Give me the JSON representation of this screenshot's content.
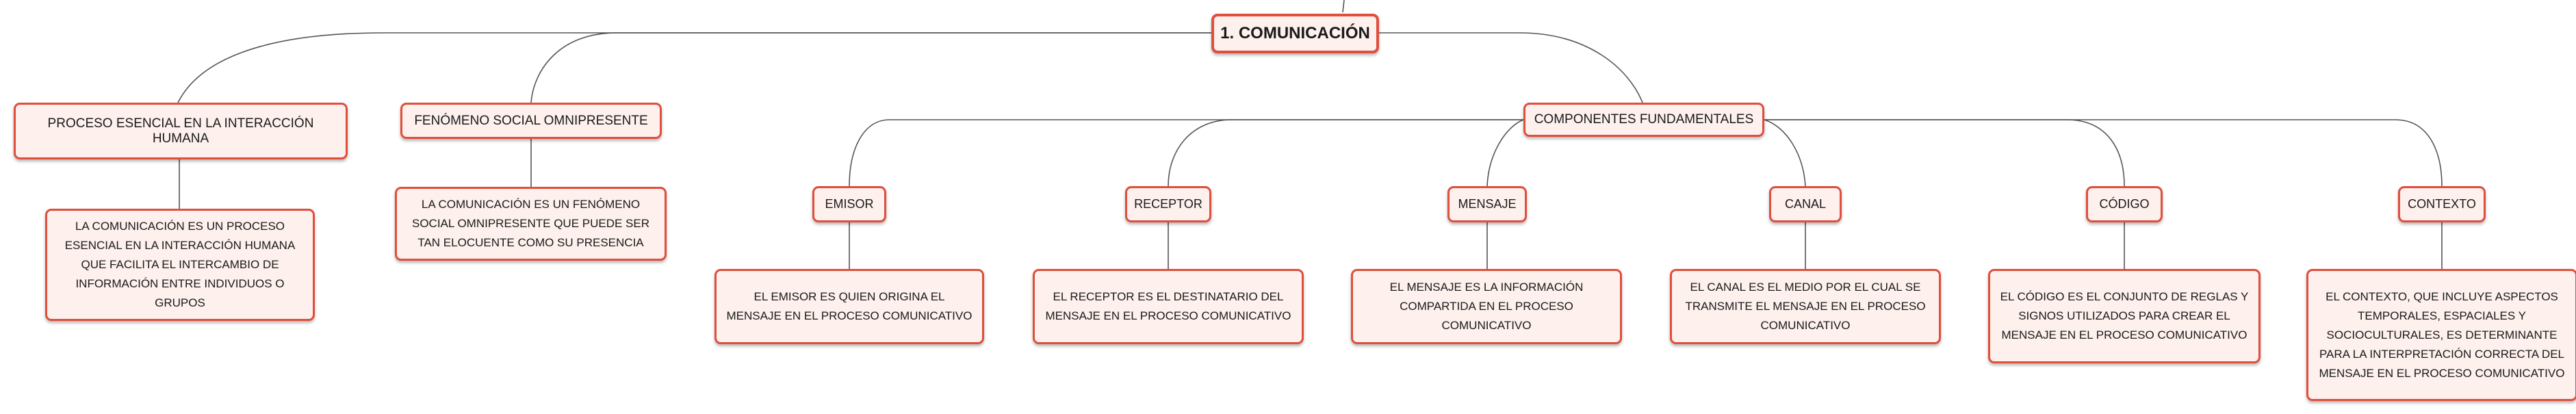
{
  "map": {
    "root": "1. COMUNICACIÓN",
    "proceso": {
      "title": "PROCESO ESENCIAL EN LA INTERACCIÓN HUMANA",
      "desc": "LA COMUNICACIÓN ES UN PROCESO ESENCIAL EN LA INTERACCIÓN HUMANA QUE FACILITA EL INTERCAMBIO DE INFORMACIÓN ENTRE INDIVIDUOS O GRUPOS"
    },
    "fenomeno": {
      "title": "FENÓMENO SOCIAL OMNIPRESENTE",
      "desc": "LA COMUNICACIÓN ES UN FENÓMENO SOCIAL OMNIPRESENTE QUE PUEDE SER TAN ELOCUENTE COMO SU PRESENCIA"
    },
    "componentes": {
      "title": "COMPONENTES FUNDAMENTALES",
      "items": [
        {
          "title": "EMISOR",
          "desc": "EL EMISOR ES QUIEN ORIGINA EL MENSAJE EN EL PROCESO COMUNICATIVO"
        },
        {
          "title": "RECEPTOR",
          "desc": "EL RECEPTOR ES EL DESTINATARIO DEL MENSAJE EN EL PROCESO COMUNICATIVO"
        },
        {
          "title": "MENSAJE",
          "desc": "EL MENSAJE ES LA INFORMACIÓN COMPARTIDA EN EL PROCESO COMUNICATIVO"
        },
        {
          "title": "CANAL",
          "desc": "EL CANAL ES EL MEDIO POR EL CUAL SE TRANSMITE EL MENSAJE EN EL PROCESO COMUNICATIVO"
        },
        {
          "title": "CÓDIGO",
          "desc": "EL CÓDIGO ES EL CONJUNTO DE REGLAS Y SIGNOS UTILIZADOS PARA CREAR EL MENSAJE EN EL PROCESO COMUNICATIVO"
        },
        {
          "title": "CONTEXTO",
          "desc": "EL CONTEXTO, QUE INCLUYE ASPECTOS TEMPORALES, ESPACIALES Y SOCIOCULTURALES, ES DETERMINANTE PARA LA INTERPRETACIÓN CORRECTA DEL MENSAJE EN EL PROCESO COMUNICATIVO"
        }
      ]
    }
  },
  "colors": {
    "border": "#e04e3c",
    "fill": "#fdf0ed",
    "line": "#555555"
  }
}
